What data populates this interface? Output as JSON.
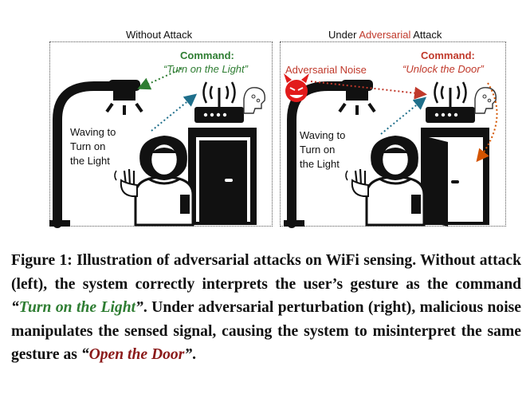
{
  "left_panel": {
    "title": "Without Attack",
    "command_label": "Command:",
    "command_text": "“Turn on the Light”",
    "gesture_line1": "Waving to",
    "gesture_line2": "Turn on",
    "gesture_line3": "the Light"
  },
  "right_panel": {
    "title_prefix": "Under ",
    "title_highlight": "Adversarial",
    "title_suffix": " Attack",
    "noise_label": "Adversarial Noise",
    "command_label": "Command:",
    "command_text": "“Unlock the Door”",
    "gesture_line1": "Waving to",
    "gesture_line2": "Turn on",
    "gesture_line3": "the Light"
  },
  "caption": {
    "figure_label": "Figure 1:",
    "title_text": " Illustration of adversarial attacks on WiFi sensing. Without attack (left), the system correctly interprets the user’s gesture as the command ",
    "quote1_open": "“",
    "quote1_text": "Turn on the Light",
    "quote1_close": "”",
    "middle_text": ". Under adversarial perturbation (right), malicious noise manipulates the sensed signal, causing the system to misinterpret the same gesture as ",
    "quote2_open": "“",
    "quote2_text": "Open the Door",
    "quote2_close": "”",
    "end_text": "."
  },
  "colors": {
    "green": "#2e7d32",
    "orange_red": "#c0392b",
    "dark_red": "#8b1a1a",
    "teal": "#1f6f8b",
    "devil_red": "#e21b1b"
  }
}
